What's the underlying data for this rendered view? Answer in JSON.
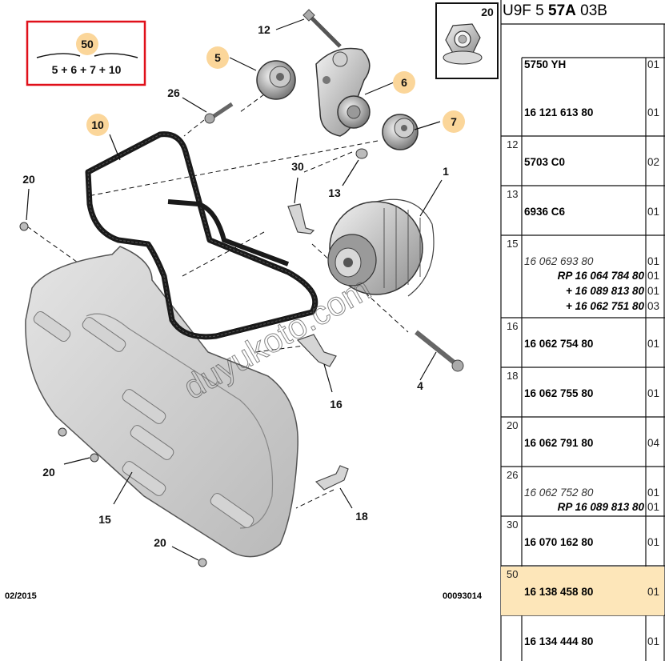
{
  "header": {
    "prefix": "U9F 5",
    "model": "57A",
    "suffix": "03B"
  },
  "kit": {
    "number": "50",
    "formula": "5 + 6 + 7 + 10"
  },
  "callouts": [
    "1",
    "4",
    "5",
    "6",
    "7",
    "10",
    "12",
    "13",
    "15",
    "16",
    "18",
    "20",
    "26",
    "30"
  ],
  "inset_label": "20",
  "watermark": "duyukoto.com",
  "footer": {
    "date": "02/2015",
    "code": "00093014"
  },
  "parts": [
    {
      "ref": "",
      "lines": [
        {
          "text": "5750 YH",
          "qty": "01",
          "style": "bold"
        },
        {
          "text": "16 121 613 80",
          "qty": "01",
          "style": "bold"
        }
      ]
    },
    {
      "ref": "12",
      "lines": [
        {
          "text": "5703 C0",
          "qty": "02",
          "style": "bold"
        }
      ]
    },
    {
      "ref": "13",
      "lines": [
        {
          "text": "6936 C6",
          "qty": "01",
          "style": "bold"
        }
      ]
    },
    {
      "ref": "15",
      "lines": [
        {
          "text": "16 062 693 80",
          "qty": "01",
          "style": "italic"
        },
        {
          "text": "RP 16 064 784 80",
          "qty": "01",
          "style": "rp"
        },
        {
          "text": "+ 16 089 813 80",
          "qty": "01",
          "style": "rp"
        },
        {
          "text": "+ 16 062 751 80",
          "qty": "03",
          "style": "rp"
        }
      ]
    },
    {
      "ref": "16",
      "lines": [
        {
          "text": "16 062 754 80",
          "qty": "01",
          "style": "bold"
        }
      ]
    },
    {
      "ref": "18",
      "lines": [
        {
          "text": "16 062 755 80",
          "qty": "01",
          "style": "bold"
        }
      ]
    },
    {
      "ref": "20",
      "lines": [
        {
          "text": "16 062 791 80",
          "qty": "04",
          "style": "bold"
        }
      ]
    },
    {
      "ref": "26",
      "lines": [
        {
          "text": "16 062 752 80",
          "qty": "01",
          "style": "italic"
        },
        {
          "text": "RP 16 089 813 80",
          "qty": "01",
          "style": "rp"
        }
      ]
    },
    {
      "ref": "30",
      "lines": [
        {
          "text": "16 070 162 80",
          "qty": "01",
          "style": "bold"
        }
      ]
    },
    {
      "ref": "50",
      "lines": [
        {
          "text": "16 138 458 80",
          "qty": "01",
          "style": "bold"
        }
      ]
    },
    {
      "ref": "",
      "lines": [
        {
          "text": "16 134 444 80",
          "qty": "01",
          "style": "bold"
        }
      ]
    }
  ],
  "highlight_color": "#fde6b9",
  "kit_border_color": "#e0101a"
}
